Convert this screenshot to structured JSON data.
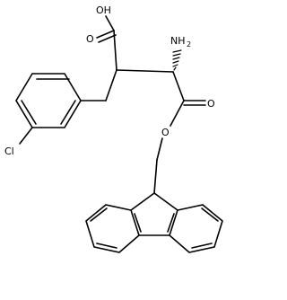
{
  "molecule": {
    "labels": {
      "hydroxyl": "OH",
      "amine": "NH",
      "amine_subscript": "2",
      "carbonyl_o_acid": "O",
      "carbonyl_o_ester": "O",
      "ester_o": "O",
      "chlorine": "Cl"
    },
    "colors": {
      "bond": "#000000",
      "background": "#ffffff"
    }
  }
}
